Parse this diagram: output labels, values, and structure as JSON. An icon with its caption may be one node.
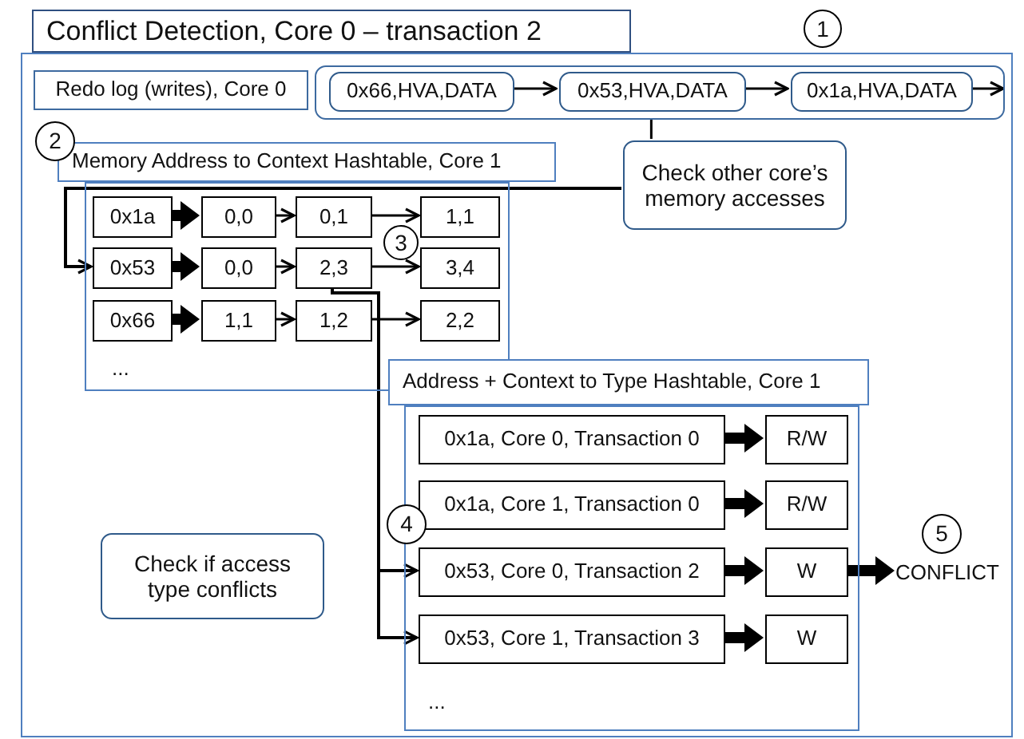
{
  "diagram": {
    "title": "Conflict Detection, Core 0 – transaction 2",
    "nodes": [
      {
        "text": [],
        "shape": "box"
      },
      {
        "text": [
          "Redo log (writes), Core 0"
        ],
        "in": 0
      },
      {
        "text": [],
        "shape": "box",
        "in": 0
      },
      {
        "text": [
          "0x66,HVA,DATA"
        ],
        "in": 2
      },
      {
        "text": [
          "0x53,HVA,DATA"
        ],
        "in": 2
      },
      {
        "text": [
          "0x1a,HVA,DATA"
        ],
        "in": 2
      },
      {
        "text": [
          "1"
        ]
      },
      {
        "text": [
          "Check other core’s memory accesses"
        ],
        "in": 0
      },
      {
        "text": [
          "2"
        ],
        "in": 0
      },
      {
        "text": [
          "Memory Address to Context Hashtable, Core 1"
        ],
        "in": 0
      },
      {
        "text": [
          "0x1a"
        ],
        "in": 9
      },
      {
        "text": [
          "0,0"
        ],
        "in": 9
      },
      {
        "text": [
          "0,1"
        ],
        "in": 9
      },
      {
        "text": [
          "1,1"
        ],
        "in": 9
      },
      {
        "text": [
          "0x53"
        ],
        "in": 9
      },
      {
        "text": [
          "0,0"
        ],
        "in": 9
      },
      {
        "text": [
          "2,3"
        ],
        "in": 9
      },
      {
        "text": [
          "3,4"
        ],
        "in": 9
      },
      {
        "text": [
          "0x66"
        ],
        "in": 9
      },
      {
        "text": [
          "1,1"
        ],
        "in": 9
      },
      {
        "text": [
          "1,2"
        ],
        "in": 9
      },
      {
        "text": [
          "2,2"
        ],
        "in": 9
      },
      {
        "text": [
          "3"
        ],
        "in": 9
      },
      {
        "text": [
          "Address + Context to Type Hashtable, Core 1"
        ],
        "in": 0
      },
      {
        "text": [
          "0x1a, Core 0, Transaction 0"
        ],
        "in": 23
      },
      {
        "text": [
          "R/W"
        ],
        "in": 23
      },
      {
        "text": [
          "0x1a, Core 1, Transaction 0"
        ],
        "in": 23
      },
      {
        "text": [
          "R/W"
        ],
        "in": 23
      },
      {
        "text": [
          "0x53, Core 0, Transaction 2"
        ],
        "in": 23
      },
      {
        "text": [
          "W"
        ],
        "in": 23
      },
      {
        "text": [
          "0x53, Core 1, Transaction 3"
        ],
        "in": 23
      },
      {
        "text": [
          "W"
        ],
        "in": 23
      },
      {
        "text": [
          "4"
        ],
        "in": 0
      },
      {
        "text": [
          "CONFLICT"
        ],
        "in": 0
      },
      {
        "text": [
          "5"
        ],
        "in": 0
      },
      {
        "text": [
          "Check if access type conflicts"
        ],
        "in": 0
      }
    ],
    "edges": [
      {
        "from": 3,
        "to": 4,
        "arrow": "to"
      },
      {
        "from": 4,
        "to": 5,
        "arrow": "to"
      },
      {
        "from": 5,
        "to": null,
        "arrow": "to"
      },
      {
        "from": 2,
        "to": 7,
        "arrow": "none"
      },
      {
        "from": 7,
        "to": 14,
        "arrow": "to"
      },
      {
        "from": 10,
        "to": 11,
        "arrow": "to",
        "style": "thick"
      },
      {
        "from": 11,
        "to": 12,
        "arrow": "to"
      },
      {
        "from": 12,
        "to": 13,
        "arrow": "to"
      },
      {
        "from": 14,
        "to": 15,
        "arrow": "to",
        "style": "thick"
      },
      {
        "from": 15,
        "to": 16,
        "arrow": "to"
      },
      {
        "from": 16,
        "to": 17,
        "arrow": "to"
      },
      {
        "from": 18,
        "to": 19,
        "arrow": "to",
        "style": "thick"
      },
      {
        "from": 19,
        "to": 20,
        "arrow": "to"
      },
      {
        "from": 20,
        "to": 21,
        "arrow": "to"
      },
      {
        "from": 16,
        "to": 28,
        "arrow": "to"
      },
      {
        "from": 16,
        "to": 30,
        "arrow": "to"
      },
      {
        "from": 24,
        "to": 25,
        "arrow": "to",
        "style": "thick"
      },
      {
        "from": 26,
        "to": 27,
        "arrow": "to",
        "style": "thick"
      },
      {
        "from": 28,
        "to": 29,
        "arrow": "to",
        "style": "thick"
      },
      {
        "from": 30,
        "to": 31,
        "arrow": "to",
        "style": "thick"
      },
      {
        "from": 29,
        "to": 33,
        "arrow": "to",
        "style": "thick"
      }
    ],
    "labels": [
      "...",
      "..."
    ]
  }
}
